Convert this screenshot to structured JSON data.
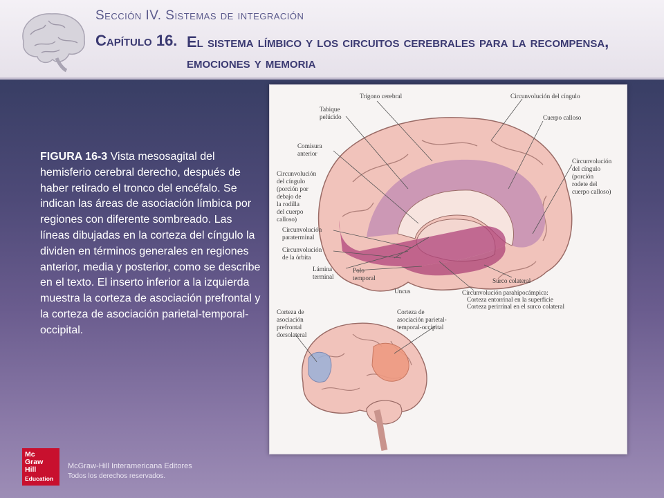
{
  "header": {
    "section": "Sección IV. Sistemas de integración",
    "chapter_number": "Capítulo 16.",
    "chapter_title": "El sistema límbico y los circuitos cerebrales para la recompensa, emociones y memoria"
  },
  "caption": {
    "figure_label": "FIGURA 16-3",
    "text": " Vista mesosagital del hemisferio cerebral derecho, después de haber retirado el tronco del encéfalo. Se indican las áreas de asociación límbica por regiones con diferente sombreado. Las líneas dibujadas en la corteza del cíngulo la dividen en términos generales en regiones anterior, media y posterior, como se describe en el texto. El inserto inferior a la izquierda muestra la corteza de asociación prefrontal y la corteza de asociación parietal-temporal-occipital."
  },
  "figure": {
    "labels": {
      "trigono": "Trígono cerebral",
      "circ_cingulo": "Circunvolución del cíngulo",
      "tabique_1": "Tabique",
      "tabique_2": "pelúcido",
      "cuerpo_calloso": "Cuerpo calloso",
      "comisura_1": "Comisura",
      "comisura_2": "anterior",
      "circ_cingulo_rodilla": [
        "Circunvolución",
        "del cíngulo",
        "(porción por",
        "debajo de",
        "la rodilla",
        "del cuerpo",
        "calloso)"
      ],
      "circ_cingulo_rodete": [
        "Circunvolución",
        "del cíngulo",
        "(porción",
        "rodete del",
        "cuerpo calloso)"
      ],
      "paraterminal_1": "Circunvolución",
      "paraterminal_2": "paraterminal",
      "orbita_1": "Circunvolución",
      "orbita_2": "de la órbita",
      "lamina_1": "Lámina",
      "lamina_2": "terminal",
      "polo_1": "Polo",
      "polo_2": "temporal",
      "uncus": "Uncus",
      "surco_colateral": "Surco colateral",
      "parahipocampica_1": "Circunvolución parahipocámpica:",
      "parahipocampica_2": "Corteza entorrinal en la superficie",
      "parahipocampica_3": "Corteza perirrinal en el surco colateral",
      "prefrontal": [
        "Corteza de",
        "asociación",
        "prefrontal",
        "dorsolateral"
      ],
      "parietal": [
        "Corteza de",
        "asociación parietal-",
        "temporal-occipital"
      ]
    }
  },
  "footer": {
    "logo_lines": [
      "Mc",
      "Graw",
      "Hill",
      "Education"
    ],
    "publisher": "McGraw-Hill Interamericana Editores",
    "rights": "Todos los derechos reservados."
  },
  "colors": {
    "brand_red": "#c8102e",
    "header_text": "#3b3a72",
    "limbic_shading": "#b0447c"
  }
}
